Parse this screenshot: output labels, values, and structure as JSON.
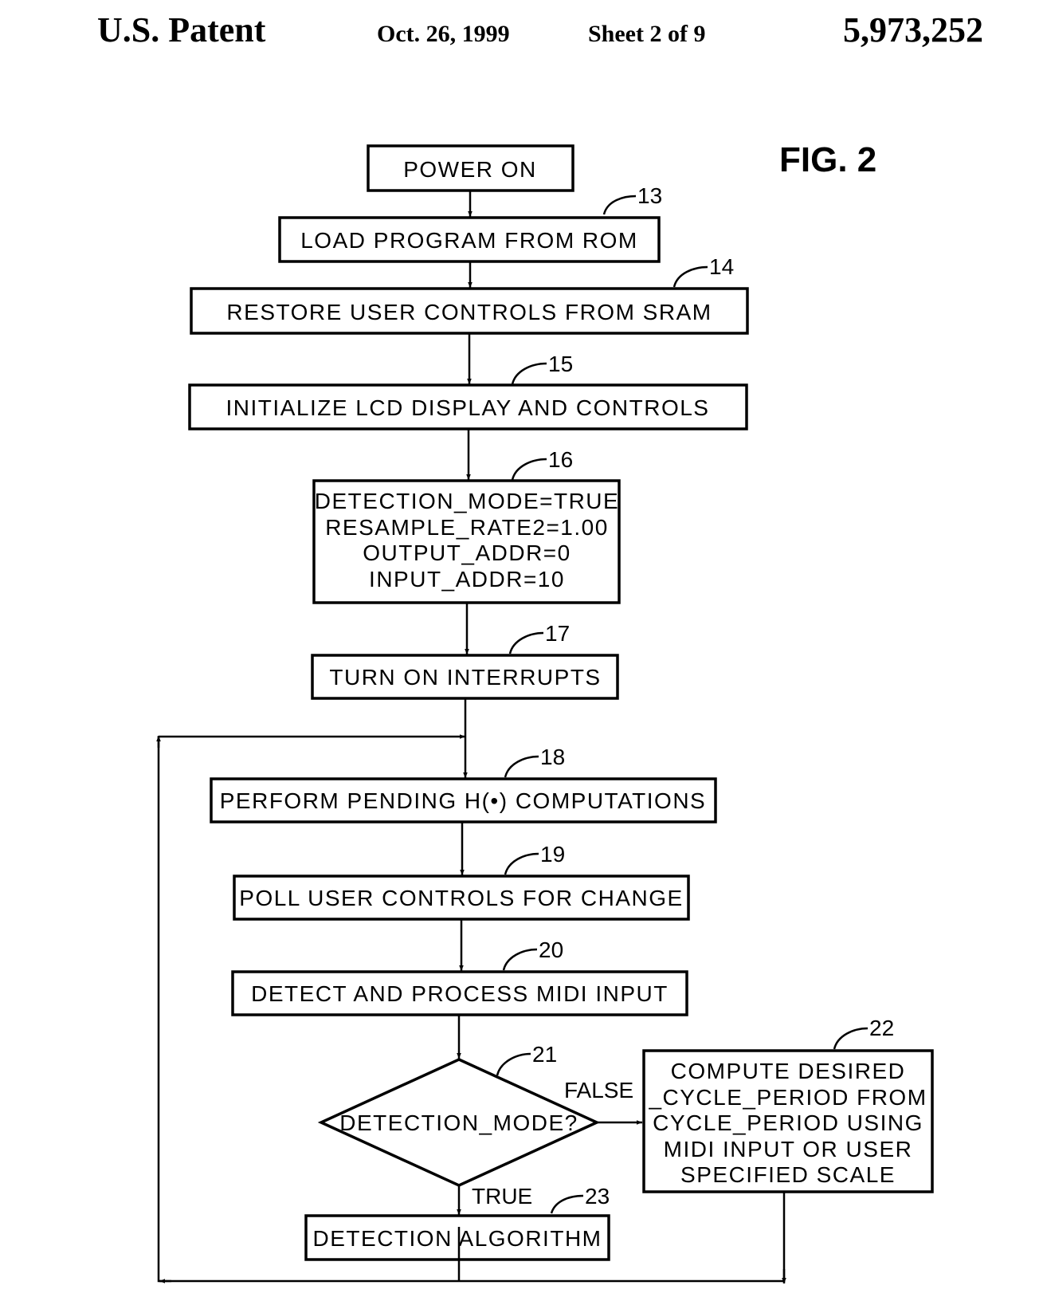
{
  "header": {
    "title": "U.S. Patent",
    "date": "Oct. 26, 1999",
    "sheet": "Sheet 2 of 9",
    "patent_number": "5,973,252"
  },
  "figure_label": "FIG. 2",
  "steps": {
    "power_on": "POWER ON",
    "load_program": "LOAD PROGRAM FROM ROM",
    "restore_controls": "RESTORE USER CONTROLS FROM SRAM",
    "initialize_lcd": "INITIALIZE LCD DISPLAY AND CONTROLS",
    "init_vars": [
      "DETECTION_MODE=TRUE",
      "RESAMPLE_RATE2=1.00",
      "OUTPUT_ADDR=0",
      "INPUT_ADDR=10"
    ],
    "interrupts": "TURN ON INTERRUPTS",
    "computations": "PERFORM PENDING H(•) COMPUTATIONS",
    "poll_controls": "POLL USER CONTROLS FOR CHANGE",
    "midi_input": "DETECT AND PROCESS MIDI INPUT",
    "decision": "DETECTION_MODE?",
    "compute_period": [
      "COMPUTE DESIRED",
      "_CYCLE_PERIOD FROM",
      "CYCLE_PERIOD USING",
      "MIDI INPUT OR USER",
      "SPECIFIED SCALE"
    ],
    "detection_algorithm": "DETECTION ALGORITHM"
  },
  "branch_labels": {
    "false": "FALSE",
    "true": "TRUE"
  },
  "refs": {
    "r13": "13",
    "r14": "14",
    "r15": "15",
    "r16": "16",
    "r17": "17",
    "r18": "18",
    "r19": "19",
    "r20": "20",
    "r21": "21",
    "r22": "22",
    "r23": "23"
  }
}
